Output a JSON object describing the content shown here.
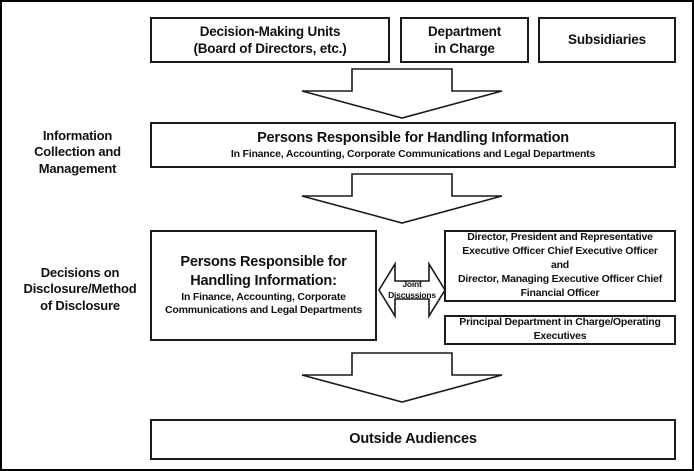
{
  "diagram": {
    "colors": {
      "background": "#ffffff",
      "border": "#1a1a1a",
      "text": "#111111"
    },
    "top_row": {
      "decision_units": {
        "line1": "Decision-Making Units",
        "line2": "(Board of Directors, etc.)"
      },
      "department": {
        "line1": "Department",
        "line2": "in Charge"
      },
      "subsidiaries": "Subsidiaries"
    },
    "stage_labels": {
      "collection_lines": [
        "Information",
        "Collection and",
        "Management"
      ],
      "decisions_lines": [
        "Decisions on",
        "Disclosure/Method",
        "of Disclosure"
      ]
    },
    "handling_row": {
      "title": "Persons Responsible for Handling Information",
      "subtitle": "In Finance, Accounting, Corporate Communications and Legal Departments"
    },
    "decision_row": {
      "left_box": {
        "title_line1": "Persons Responsible for",
        "title_line2": "Handling Information:",
        "subtitle_line1": "In Finance, Accounting, Corporate",
        "subtitle_line2": "Communications and Legal Departments"
      },
      "joint": {
        "line1": "Joint",
        "line2": "Discussions"
      },
      "officers_box_lines": [
        "Director, President and Representative",
        "Executive Officer Chief Executive Officer",
        "and",
        "Director, Managing Executive Officer Chief",
        "Financial Officer"
      ],
      "principal_box": "Principal Department in Charge/Operating Executives"
    },
    "bottom_row": {
      "outside": "Outside Audiences"
    }
  }
}
